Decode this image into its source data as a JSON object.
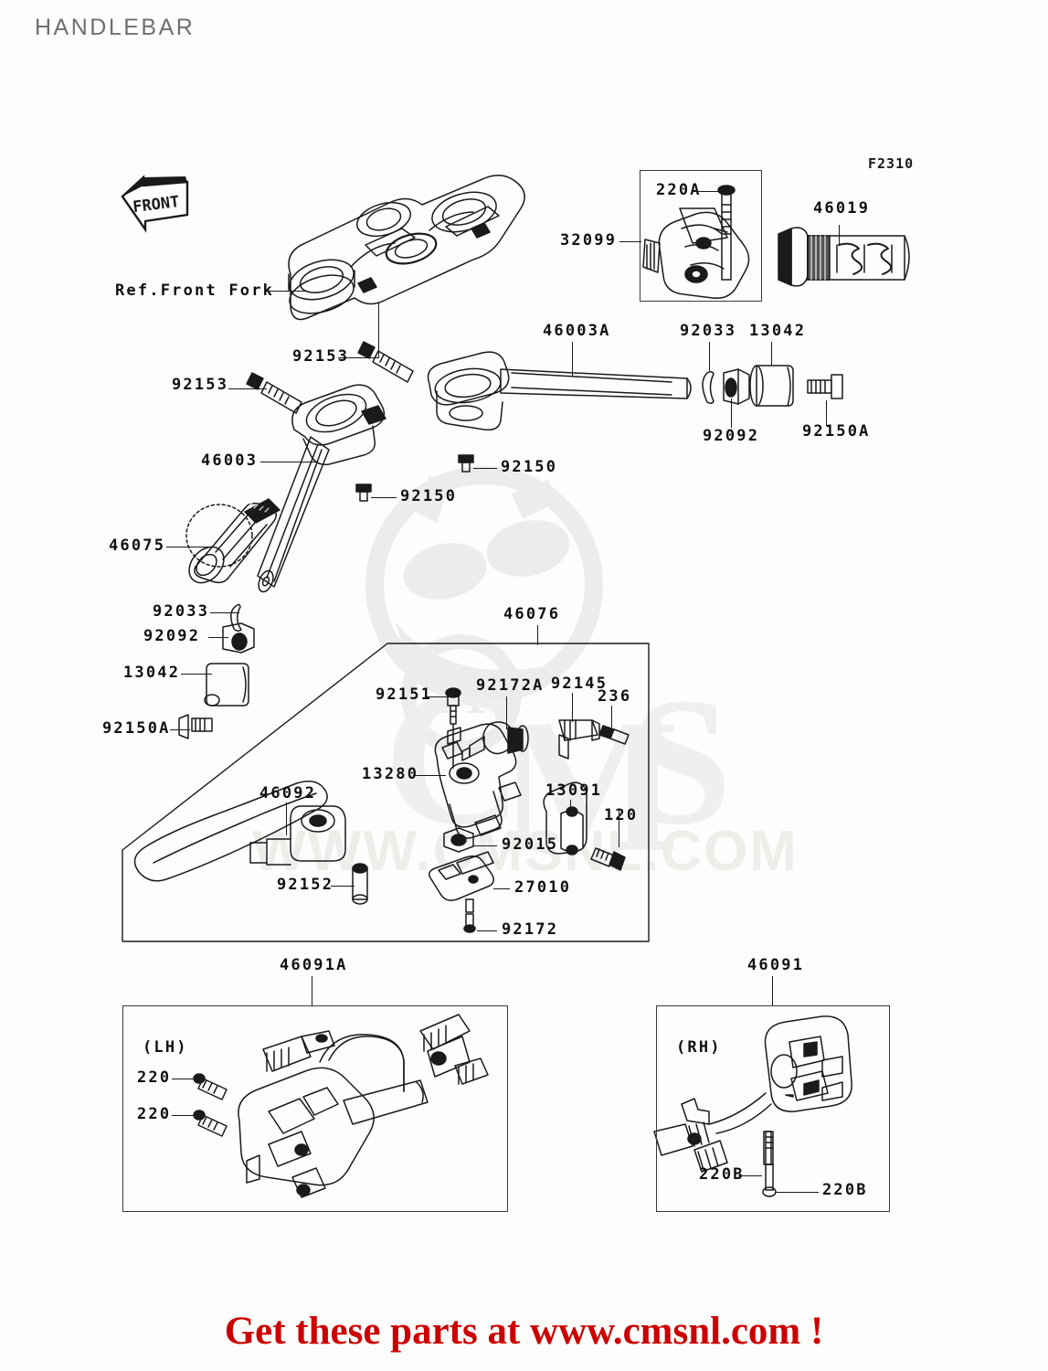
{
  "page": {
    "title": "HANDLEBAR",
    "diagram_code": "F2310",
    "background_color": "#fdfefb",
    "line_color": "#1a1a1a",
    "title_color": "#6f6f6f"
  },
  "orientation_marker": {
    "label": "FRONT"
  },
  "reference": {
    "label": "Ref.Front Fork"
  },
  "watermark": {
    "text": "WWW.CMSNL.COM",
    "color": "#eceeea"
  },
  "footer": {
    "tagline": "Get these parts at www.cmsnl.com !",
    "color": "#cc0000"
  },
  "groups": [
    {
      "id": "grp-32099",
      "label": "32099"
    },
    {
      "id": "grp-46076",
      "label": "46076"
    },
    {
      "id": "grp-46091a",
      "label": "46091A",
      "side": "(LH)"
    },
    {
      "id": "grp-46091",
      "label": "46091",
      "side": "(RH)"
    }
  ],
  "callouts": [
    {
      "id": "c-220a",
      "label": "220A"
    },
    {
      "id": "c-46019",
      "label": "46019"
    },
    {
      "id": "c-32099",
      "label": "32099"
    },
    {
      "id": "c-46003a",
      "label": "46003A"
    },
    {
      "id": "c-92033r",
      "label": "92033"
    },
    {
      "id": "c-13042r",
      "label": "13042"
    },
    {
      "id": "c-92092r",
      "label": "92092"
    },
    {
      "id": "c-92150ar",
      "label": "92150A"
    },
    {
      "id": "c-92153a",
      "label": "92153"
    },
    {
      "id": "c-92153b",
      "label": "92153"
    },
    {
      "id": "c-46003",
      "label": "46003"
    },
    {
      "id": "c-46075",
      "label": "46075"
    },
    {
      "id": "c-92033l",
      "label": "92033"
    },
    {
      "id": "c-92092l",
      "label": "92092"
    },
    {
      "id": "c-13042l",
      "label": "13042"
    },
    {
      "id": "c-92150al",
      "label": "92150A"
    },
    {
      "id": "c-92150a",
      "label": "92150"
    },
    {
      "id": "c-92150b",
      "label": "92150"
    },
    {
      "id": "c-46076",
      "label": "46076"
    },
    {
      "id": "c-92151",
      "label": "92151"
    },
    {
      "id": "c-92172a",
      "label": "92172A"
    },
    {
      "id": "c-92145",
      "label": "92145"
    },
    {
      "id": "c-236",
      "label": "236"
    },
    {
      "id": "c-13280",
      "label": "13280"
    },
    {
      "id": "c-13091",
      "label": "13091"
    },
    {
      "id": "c-120",
      "label": "120"
    },
    {
      "id": "c-46092",
      "label": "46092"
    },
    {
      "id": "c-92015",
      "label": "92015"
    },
    {
      "id": "c-92152",
      "label": "92152"
    },
    {
      "id": "c-27010",
      "label": "27010"
    },
    {
      "id": "c-92172",
      "label": "92172"
    },
    {
      "id": "c-46091a",
      "label": "46091A"
    },
    {
      "id": "c-lh",
      "label": "(LH)"
    },
    {
      "id": "c-220-1",
      "label": "220"
    },
    {
      "id": "c-220-2",
      "label": "220"
    },
    {
      "id": "c-46091",
      "label": "46091"
    },
    {
      "id": "c-rh",
      "label": "(RH)"
    },
    {
      "id": "c-220b-1",
      "label": "220B"
    },
    {
      "id": "c-220b-2",
      "label": "220B"
    }
  ]
}
